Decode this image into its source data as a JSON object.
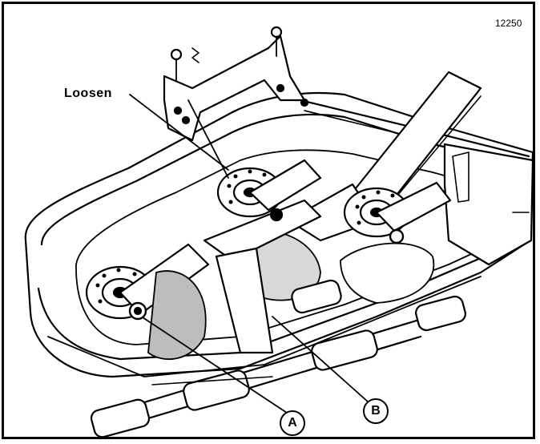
{
  "figure": {
    "number": "12250"
  },
  "labels": {
    "loosen": "Loosen"
  },
  "callouts": {
    "a": "A",
    "b": "B"
  },
  "colors": {
    "ink": "#000000",
    "paper": "#ffffff",
    "shade": "#bdbdbd"
  }
}
